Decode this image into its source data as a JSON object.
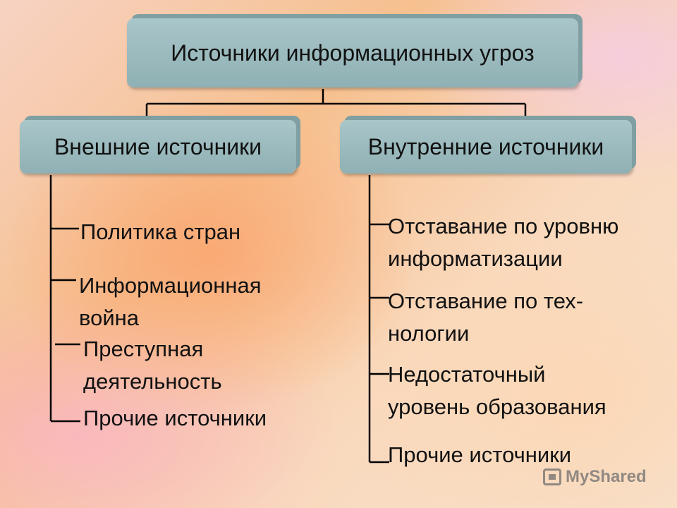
{
  "diagram": {
    "root": {
      "label": "Источники информационных угроз"
    },
    "branches": [
      {
        "label": "Внешние источники",
        "items": [
          {
            "lines": [
              "Политика стран"
            ]
          },
          {
            "lines": [
              "Информационная",
              "война"
            ]
          },
          {
            "lines": [
              "Преступная",
              "деятельность"
            ]
          },
          {
            "lines": [
              "Прочие источники"
            ]
          }
        ]
      },
      {
        "label": "Внутренние источники",
        "items": [
          {
            "lines": [
              "Отставание по уровню",
              "информатизации"
            ]
          },
          {
            "lines": [
              "Отставание по тех-",
              "нологии"
            ]
          },
          {
            "lines": [
              "Недостаточный",
              "уровень образования"
            ]
          },
          {
            "lines": [
              "Прочие источники"
            ]
          }
        ]
      }
    ]
  },
  "watermark": {
    "text": "MyShared",
    "icon": "myshared-logo-icon"
  },
  "colors": {
    "box_fill": "#9dbcbf",
    "box_shadow": "#7f9fa3",
    "line": "#000000"
  }
}
